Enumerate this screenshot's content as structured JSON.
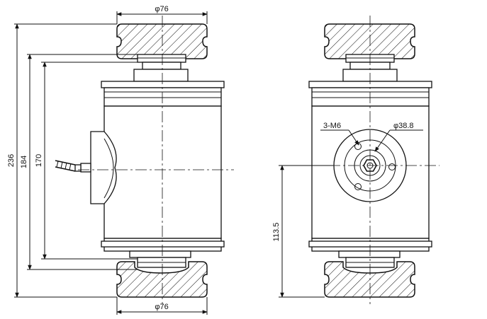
{
  "dimensions": {
    "top_diameter": "φ76",
    "bottom_diameter": "φ76",
    "overall_height": "236",
    "mid_height": "184",
    "body_height": "170",
    "center_height": "113.5",
    "thread_label": "3-M6",
    "bolt_circle": "φ38.8"
  }
}
